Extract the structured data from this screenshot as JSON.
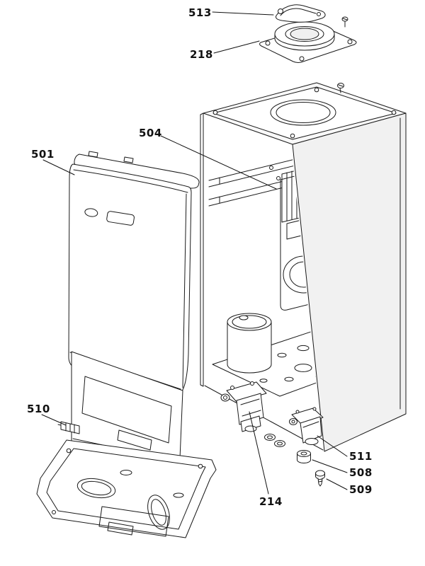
{
  "diagram": {
    "callouts": {
      "c513": "513",
      "c218": "218",
      "c504": "504",
      "c501": "501",
      "c510": "510",
      "c511": "511",
      "c508": "508",
      "c509": "509",
      "c214": "214"
    }
  }
}
